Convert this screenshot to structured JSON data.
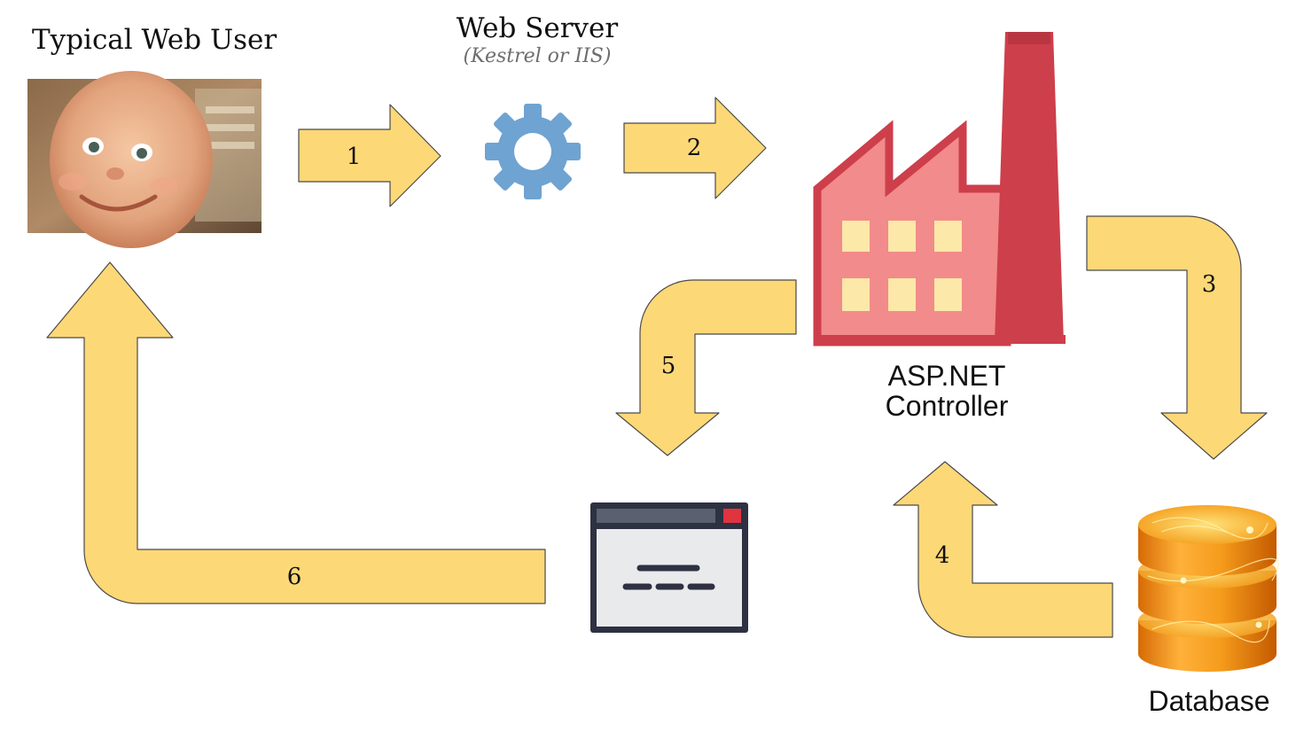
{
  "nodes": {
    "user": {
      "title": "Typical Web User"
    },
    "web_server": {
      "title": "Web Server",
      "subtitle": "(Kestrel or IIS)",
      "icon": "gear-icon"
    },
    "controller": {
      "title_line1": "ASP.NET",
      "title_line2": "Controller",
      "icon": "factory-icon"
    },
    "database": {
      "title": "Database",
      "icon": "database-icon"
    },
    "view": {
      "icon": "browser-window-icon"
    }
  },
  "steps": [
    "1",
    "2",
    "3",
    "4",
    "5",
    "6"
  ],
  "colors": {
    "arrow_fill": "#FDD877",
    "arrow_stroke": "#4a4a4a",
    "gear": "#6FA3D1",
    "factory_body": "#F28B8B",
    "factory_dark": "#CD3F4B",
    "factory_window": "#FCE8A8",
    "window_frame": "#2D3142",
    "window_bg": "#E9EAEC",
    "window_close": "#E0343F",
    "db_orange": "#F39A17"
  }
}
